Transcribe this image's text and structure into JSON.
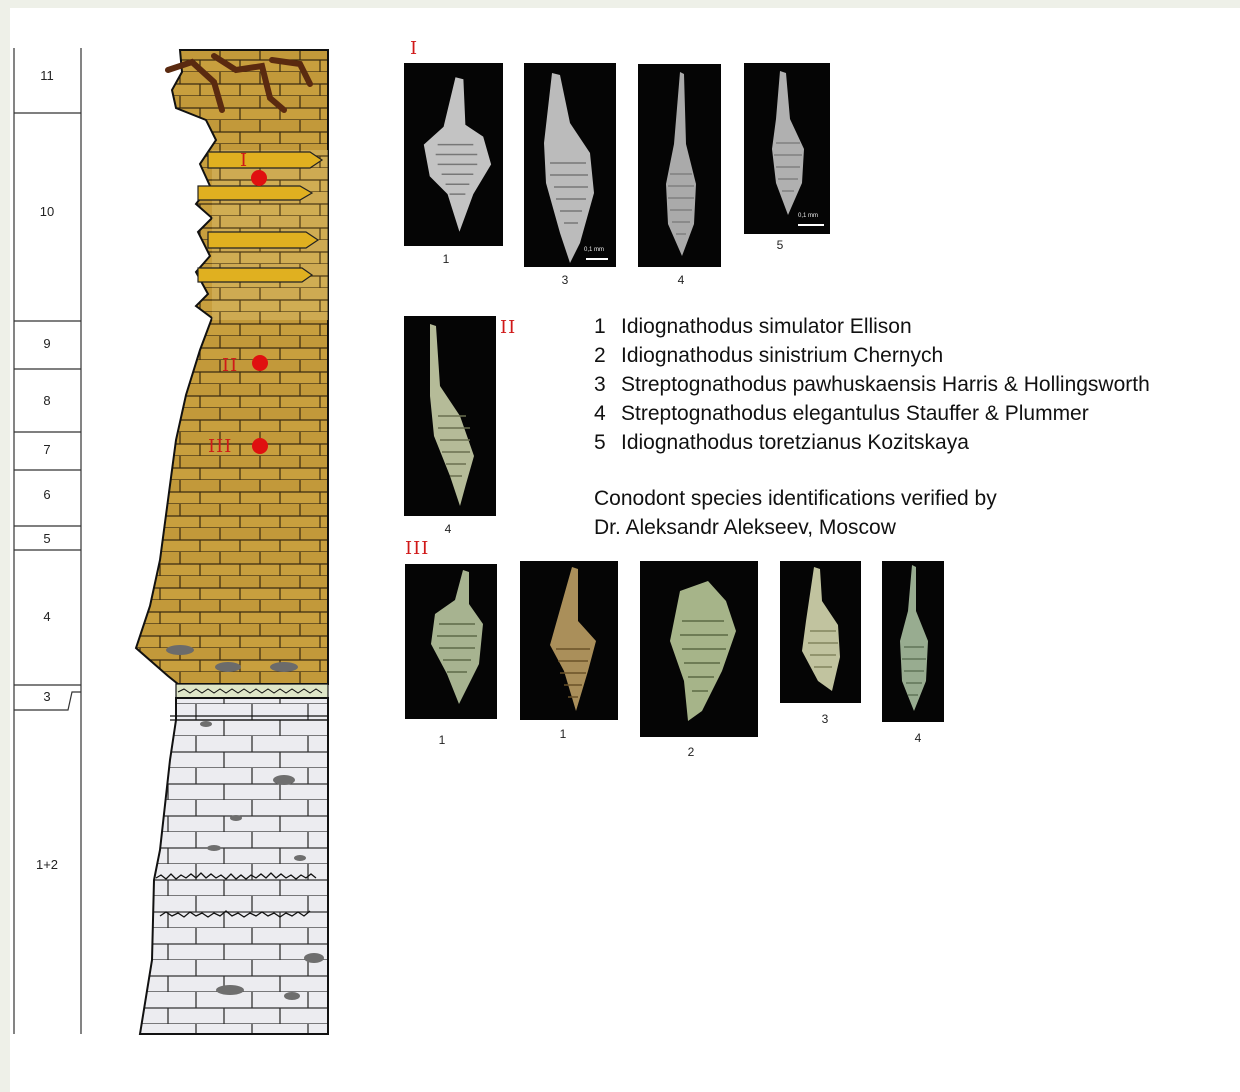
{
  "units": [
    {
      "label": "11"
    },
    {
      "label": "10"
    },
    {
      "label": "9"
    },
    {
      "label": "8"
    },
    {
      "label": "7"
    },
    {
      "label": "6"
    },
    {
      "label": "5"
    },
    {
      "label": "4"
    },
    {
      "label": "3"
    },
    {
      "label": "1+2"
    }
  ],
  "samples": [
    {
      "label": "I"
    },
    {
      "label": "II"
    },
    {
      "label": "III"
    }
  ],
  "groups": {
    "group1": {
      "label": "I",
      "figures": [
        "1",
        "3",
        "4",
        "5"
      ],
      "scale_text": "0,1 mm"
    },
    "group2": {
      "label": "II",
      "figures": [
        "4"
      ]
    },
    "group3": {
      "label": "III",
      "figures": [
        "1",
        "1",
        "2",
        "3",
        "4"
      ]
    }
  },
  "species": [
    {
      "num": "1",
      "name": "Idiognathodus simulator Ellison"
    },
    {
      "num": "2",
      "name": "Idiognathodus sinistrium Chernych"
    },
    {
      "num": "3",
      "name": "Streptognathodus pawhuskaensis Harris & Hollingsworth"
    },
    {
      "num": "4",
      "name": "Streptognathodus elegantulus Stauffer & Plummer"
    },
    {
      "num": "5",
      "name": "Idiognathodus toretzianus Kozitskaya"
    }
  ],
  "credit": {
    "line1": "Conodont species identifications verified by",
    "line2": "Dr. Aleksandr Alekseev, Moscow"
  },
  "colors": {
    "upper_limestone": "#c9a23c",
    "lower_limestone": "#e6e6ea",
    "sample_marker": "#e01010"
  }
}
